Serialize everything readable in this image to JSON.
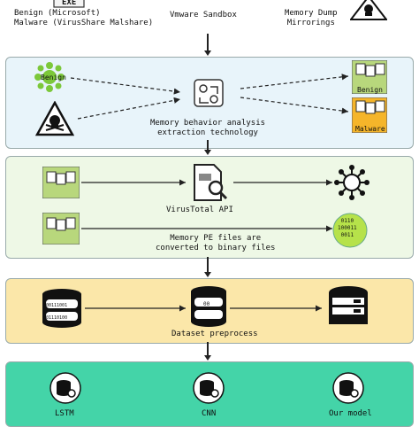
{
  "top": {
    "benign_malware": "Benign (Microsoft)\nMalware (VirusShare Malshare)",
    "sandbox": "Vmware Sandbox",
    "memory_dump": "Memory Dump\nMirrorings",
    "exe_badge": "EXE"
  },
  "stage1": {
    "benign_label": "Benign",
    "center_label": "Memory behavior analysis\nextraction technology",
    "out_benign": "Benign",
    "out_malware": "Malware"
  },
  "stage2": {
    "api_label": "VirusTotal API",
    "convert_label": "Memory PE files are\nconverted to binary files",
    "binary_text": "0110\n100011\n0011"
  },
  "stage3": {
    "preprocess_label": "Dataset preprocess",
    "db1_text_a": "00111001",
    "db1_text_b": "01110100",
    "db2_text": "00"
  },
  "stage4": {
    "lstm": "LSTM",
    "cnn": "CNN",
    "ours": "Our model"
  },
  "colors": {
    "stage1": "#e8f4fa",
    "stage2": "#eef8e6",
    "stage3": "#fbe7a9",
    "stage4": "#44d4a8",
    "benign_box": "#b8d77c",
    "malware_box": "#f5b52a"
  }
}
